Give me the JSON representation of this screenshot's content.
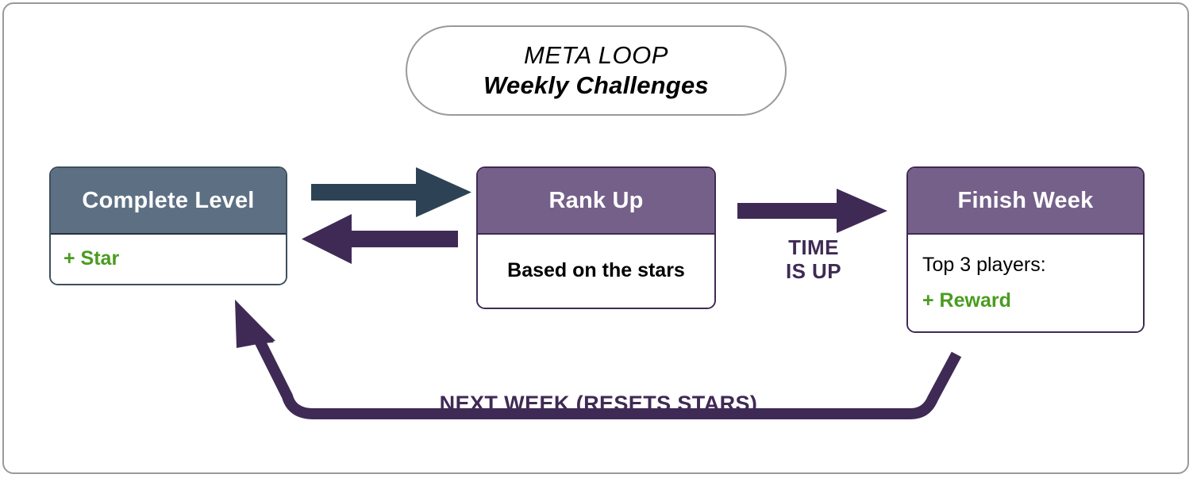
{
  "diagram": {
    "title": {
      "line1": "META LOOP",
      "line2": "Weekly Challenges"
    },
    "colors": {
      "frame_border": "#9a9a9a",
      "slate_header": "#5d7083",
      "slate_border": "#3d4f5e",
      "slate_arrow": "#2d4355",
      "purple_header": "#756089",
      "purple_border": "#3f2a55",
      "purple_arrow": "#3f2a55",
      "green_text": "#4a9c1f",
      "node_body": "#ffffff"
    },
    "nodes": [
      {
        "id": "complete-level",
        "header": "Complete Level",
        "body": [
          {
            "text": "+ Star",
            "style": "green"
          }
        ]
      },
      {
        "id": "rank-up",
        "header": "Rank Up",
        "body": [
          {
            "text": "Based on the stars",
            "style": "bold"
          }
        ]
      },
      {
        "id": "finish-week",
        "header": "Finish Week",
        "body": [
          {
            "text": "Top 3 players:",
            "style": "plain"
          },
          {
            "text": "+ Reward",
            "style": "green"
          }
        ]
      }
    ],
    "edges": [
      {
        "id": "complete-to-rank",
        "from": "complete-level",
        "to": "rank-up",
        "label": "",
        "color": "#2d4355",
        "direction": "right"
      },
      {
        "id": "rank-to-complete",
        "from": "rank-up",
        "to": "complete-level",
        "label": "",
        "color": "#3f2a55",
        "direction": "left"
      },
      {
        "id": "rank-to-finish",
        "from": "rank-up",
        "to": "finish-week",
        "label_line1": "TIME",
        "label_line2": "IS UP",
        "color": "#3f2a55",
        "direction": "right"
      },
      {
        "id": "finish-to-complete",
        "from": "finish-week",
        "to": "complete-level",
        "label": "NEXT WEEK (RESETS STARS)",
        "color": "#3f2a55",
        "direction": "loop-up-left"
      }
    ]
  }
}
